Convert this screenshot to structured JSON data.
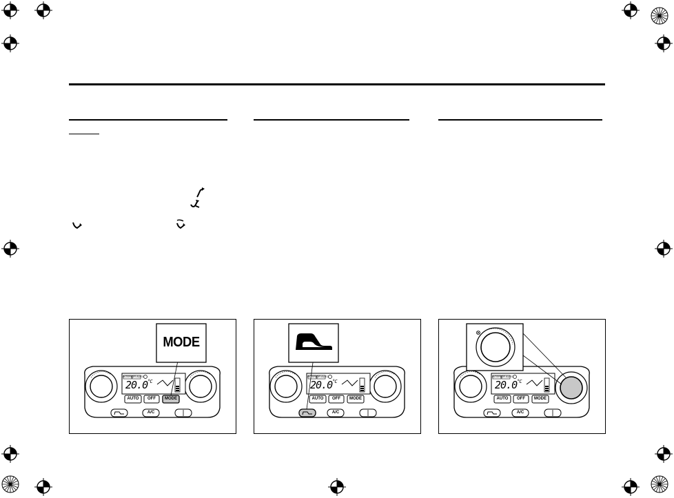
{
  "panels": [
    {
      "callout_text": "MODE",
      "buttons": {
        "auto": "AUTO",
        "off": "OFF",
        "mode": "MODE",
        "ac": "A/C"
      },
      "display": {
        "temp": "20.0",
        "unit": "°C",
        "tags": [
          "INTERIOR",
          "AUTO"
        ]
      },
      "highlight": "MODE"
    },
    {
      "callout_text": "",
      "buttons": {
        "auto": "AUTO",
        "off": "OFF",
        "mode": "MODE",
        "ac": "A/C"
      },
      "display": {
        "temp": "20.0",
        "unit": "°C",
        "tags": [
          "INTERIOR",
          "AUTO"
        ]
      },
      "highlight": "recirculation"
    },
    {
      "callout_text": "",
      "buttons": {
        "auto": "AUTO",
        "off": "OFF",
        "mode": "MODE",
        "ac": "A/C"
      },
      "display": {
        "temp": "20.0",
        "unit": "°C",
        "tags": [
          "INTERIOR",
          "AUTO"
        ]
      },
      "highlight": "fan-dial"
    }
  ],
  "icons": {
    "registration": "crosshair-registration-mark",
    "starburst": "starburst-registration-mark",
    "airflow": [
      "face-airflow-icon",
      "bilevel-airflow-icon",
      "floor-airflow-icon",
      "floor-defrost-airflow-icon"
    ]
  },
  "colors": {
    "highlight": "#c8c8c8",
    "ink": "#000000",
    "paper": "#ffffff"
  }
}
